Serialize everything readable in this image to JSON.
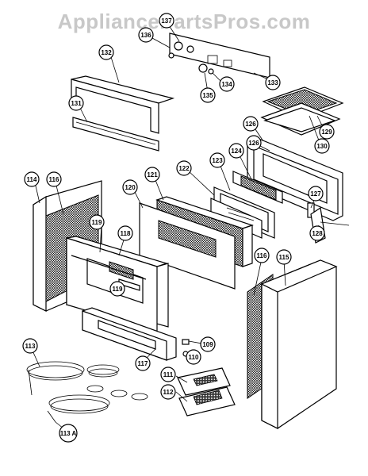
{
  "watermark": "AppliancePartsPros.com",
  "callouts": [
    {
      "id": "p136",
      "label": "136"
    },
    {
      "id": "p137",
      "label": "137"
    },
    {
      "id": "p132",
      "label": "132"
    },
    {
      "id": "p133",
      "label": "133"
    },
    {
      "id": "p134",
      "label": "134"
    },
    {
      "id": "p135",
      "label": "135"
    },
    {
      "id": "p131",
      "label": "131"
    },
    {
      "id": "p129",
      "label": "129"
    },
    {
      "id": "p126a",
      "label": "126"
    },
    {
      "id": "p126b",
      "label": "126"
    },
    {
      "id": "p130",
      "label": "130"
    },
    {
      "id": "p124",
      "label": "124"
    },
    {
      "id": "p123",
      "label": "123"
    },
    {
      "id": "p122",
      "label": "122"
    },
    {
      "id": "p121",
      "label": "121"
    },
    {
      "id": "p120",
      "label": "120"
    },
    {
      "id": "p114",
      "label": "114"
    },
    {
      "id": "p116a",
      "label": "116"
    },
    {
      "id": "p119a",
      "label": "119"
    },
    {
      "id": "p119b",
      "label": "119"
    },
    {
      "id": "p118",
      "label": "118"
    },
    {
      "id": "p127",
      "label": "127"
    },
    {
      "id": "p128",
      "label": "128"
    },
    {
      "id": "p116b",
      "label": "116"
    },
    {
      "id": "p115",
      "label": "115"
    },
    {
      "id": "p109",
      "label": "109"
    },
    {
      "id": "p110",
      "label": "110"
    },
    {
      "id": "p113",
      "label": "113"
    },
    {
      "id": "p117",
      "label": "117"
    },
    {
      "id": "p111",
      "label": "111"
    },
    {
      "id": "p112",
      "label": "112"
    },
    {
      "id": "p113a",
      "label": "113 A"
    }
  ]
}
